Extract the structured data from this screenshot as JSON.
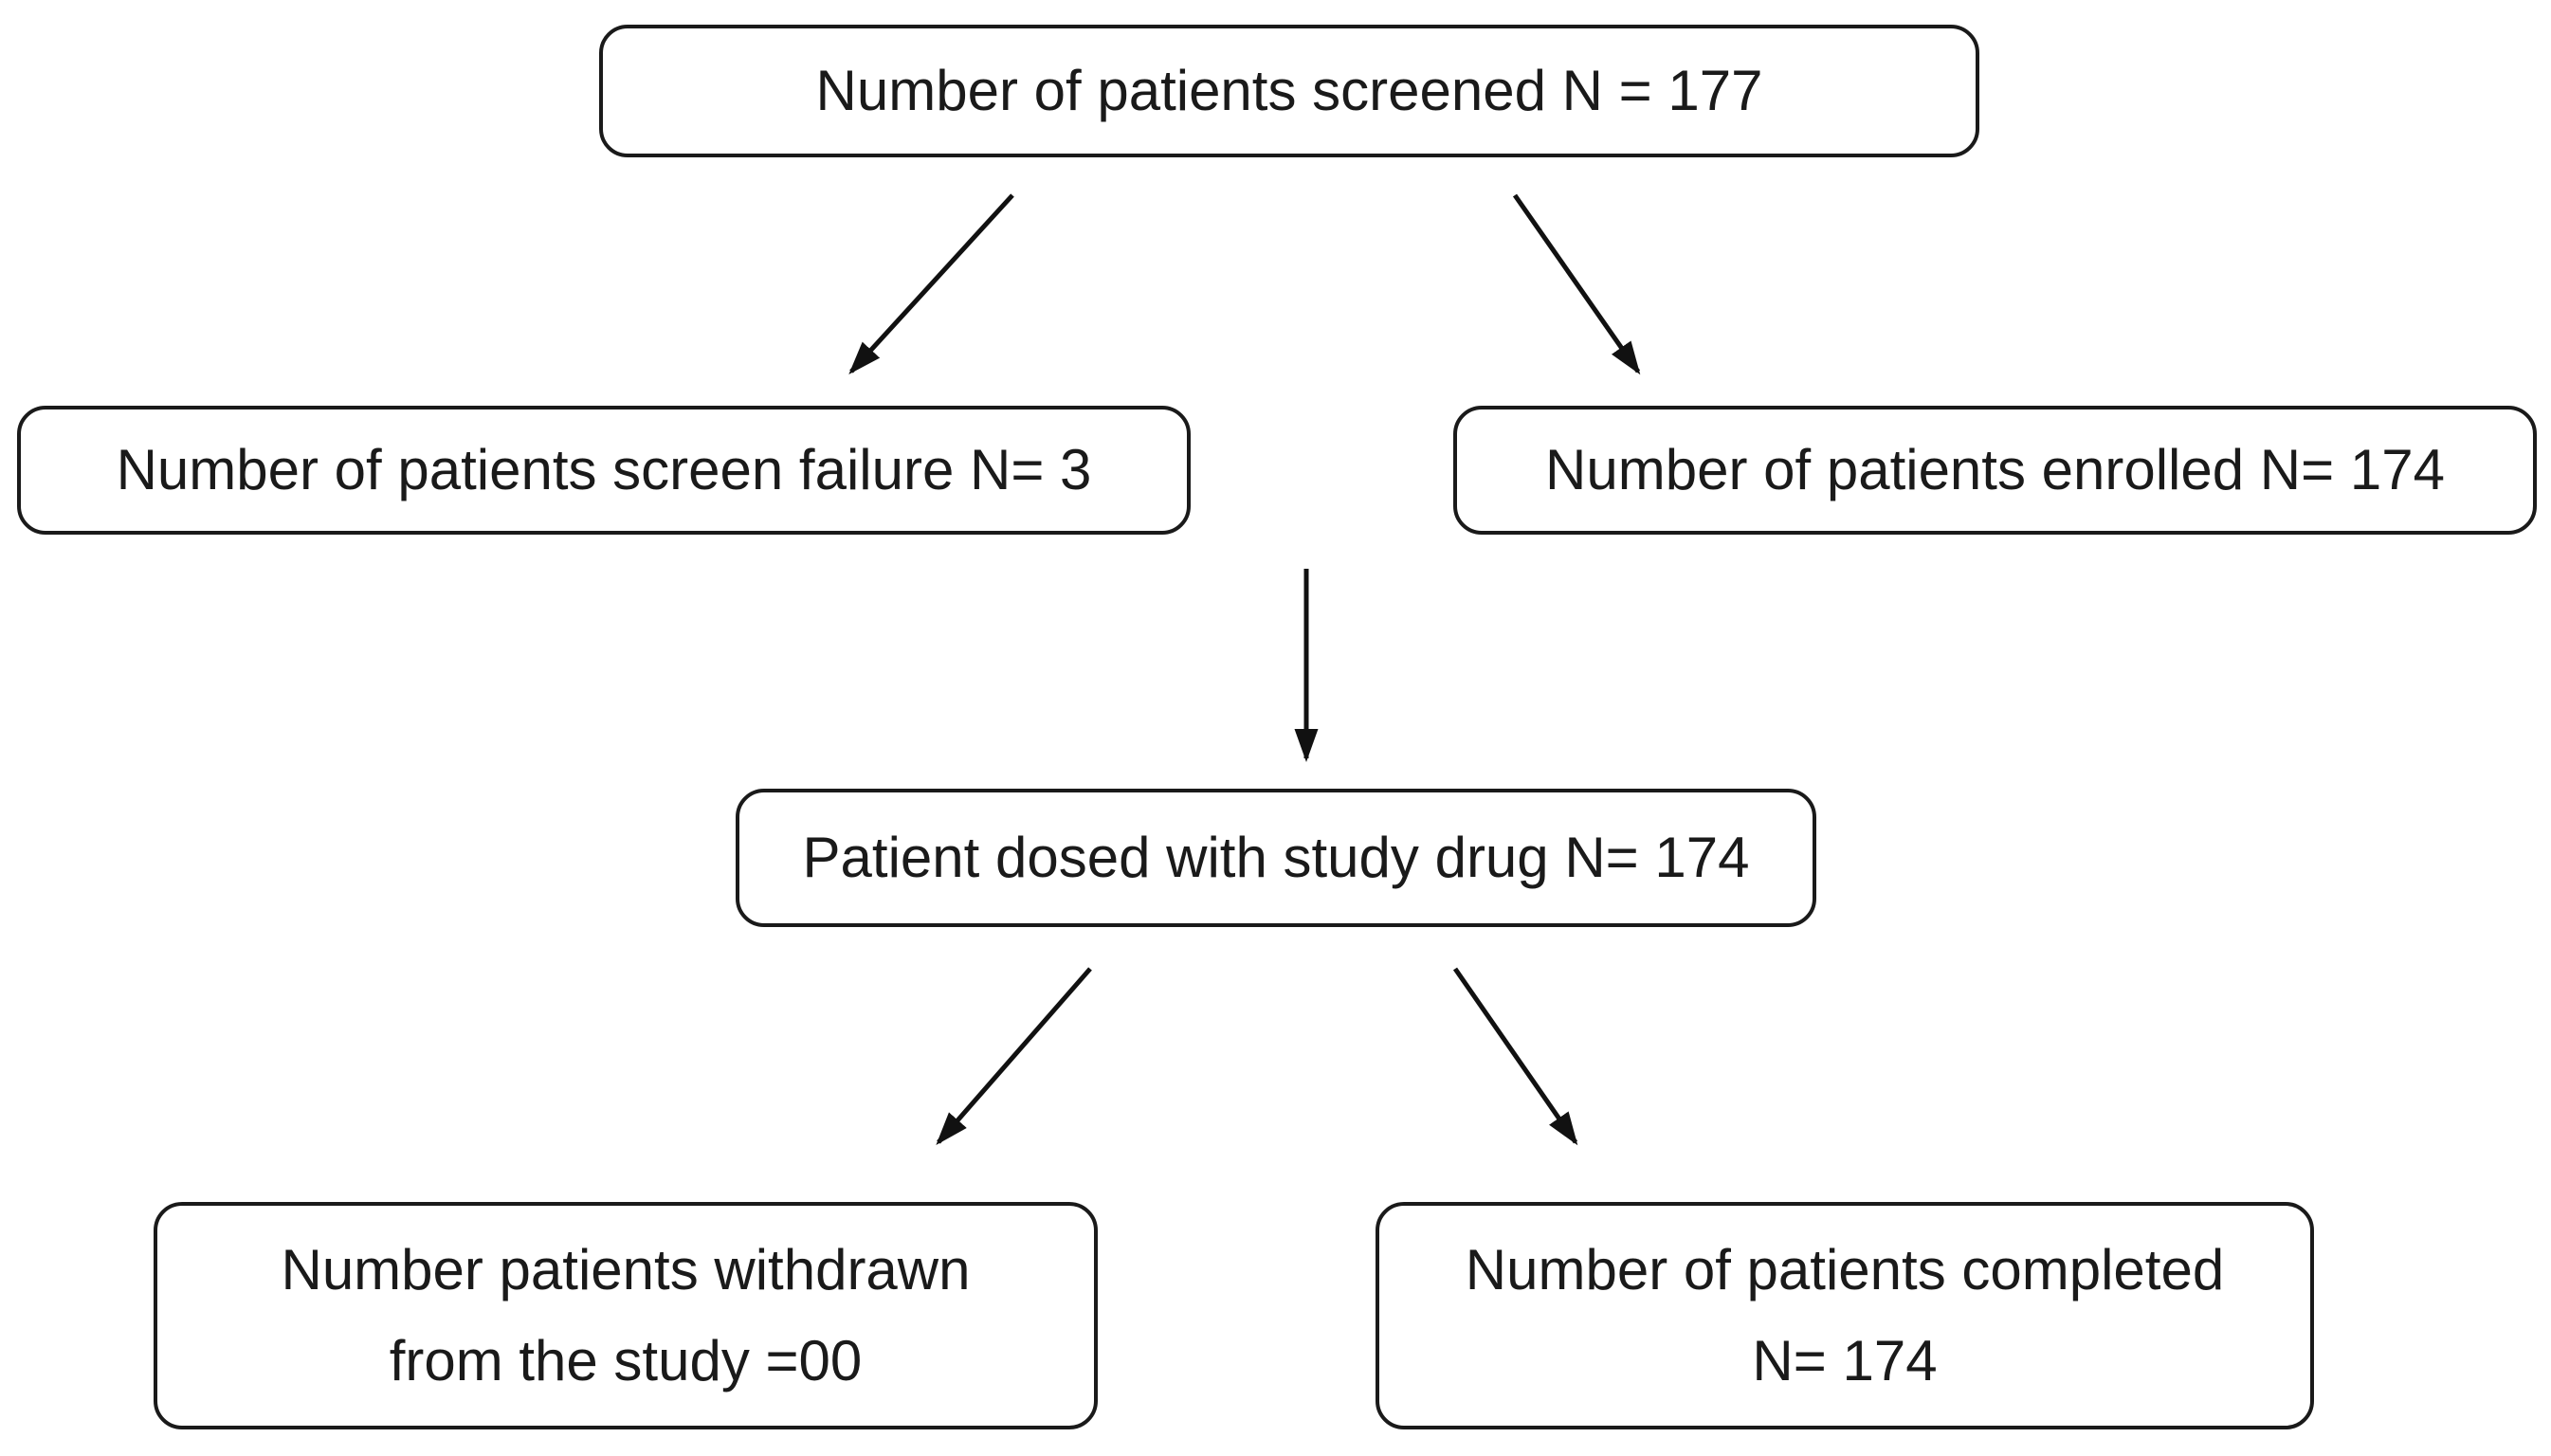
{
  "diagram": {
    "type": "flowchart",
    "colors": {
      "background": "#ffffff",
      "box_fill": "#ffffff",
      "box_border": "#1a1a1a",
      "text": "#1a1a1a",
      "arrow": "#111111"
    },
    "nodes": {
      "screened": {
        "label": "Number of patients screened N = 177"
      },
      "screen_failure": {
        "label": "Number of patients screen failure N= 3"
      },
      "enrolled": {
        "label": "Number of patients enrolled N= 174"
      },
      "dosed": {
        "label": "Patient dosed with study drug N= 174"
      },
      "withdrawn": {
        "line1": "Number patients withdrawn",
        "line2": "from the study =00"
      },
      "completed": {
        "line1": "Number of patients completed",
        "line2": "N= 174"
      }
    },
    "edges": [
      {
        "from": "screened",
        "to": "screen_failure"
      },
      {
        "from": "screened",
        "to": "enrolled"
      },
      {
        "from": "enrolled",
        "to": "dosed"
      },
      {
        "from": "dosed",
        "to": "withdrawn"
      },
      {
        "from": "dosed",
        "to": "completed"
      }
    ]
  }
}
